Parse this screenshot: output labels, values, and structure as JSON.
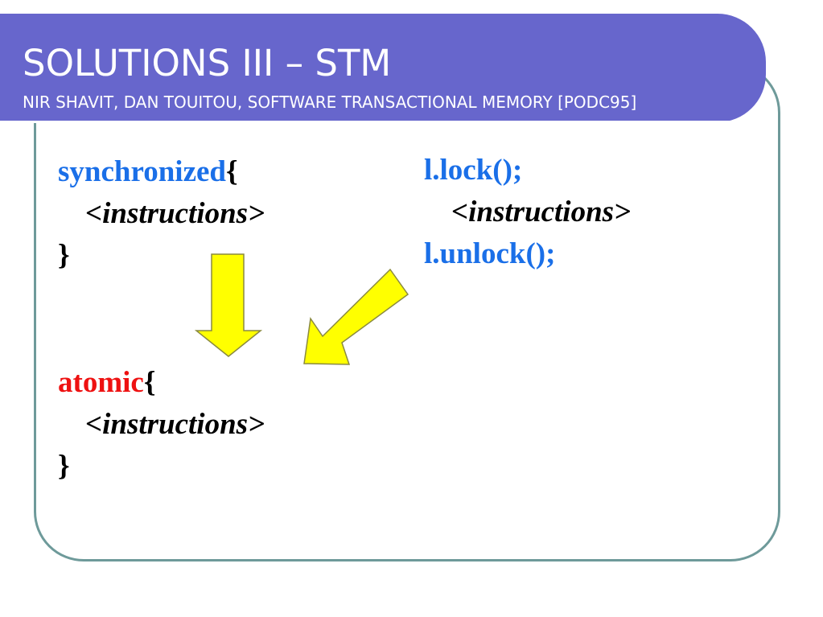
{
  "slide": {
    "title": "Solutions III – STM",
    "subtitle": "Nir Shavit, Dan Touitou, Software Transactional Memory [PODC95]"
  },
  "synchronized_block": {
    "keyword": "synchronized",
    "open": "{",
    "body": "<instructions>",
    "close": "}"
  },
  "lock_block": {
    "lock": "l.lock();",
    "body": "<instructions>",
    "unlock": "l.unlock();"
  },
  "atomic_block": {
    "keyword": "atomic",
    "open": "{",
    "body": "<instructions>",
    "close": "}"
  },
  "colors": {
    "title_bar": "#6766cc",
    "frame_border": "#6e9a9a",
    "keyword_blue": "#1a6fe8",
    "keyword_red": "#ee1111",
    "arrow_fill": "#ffff00"
  },
  "icons": [
    "arrow-down-icon",
    "arrow-down-left-icon"
  ]
}
